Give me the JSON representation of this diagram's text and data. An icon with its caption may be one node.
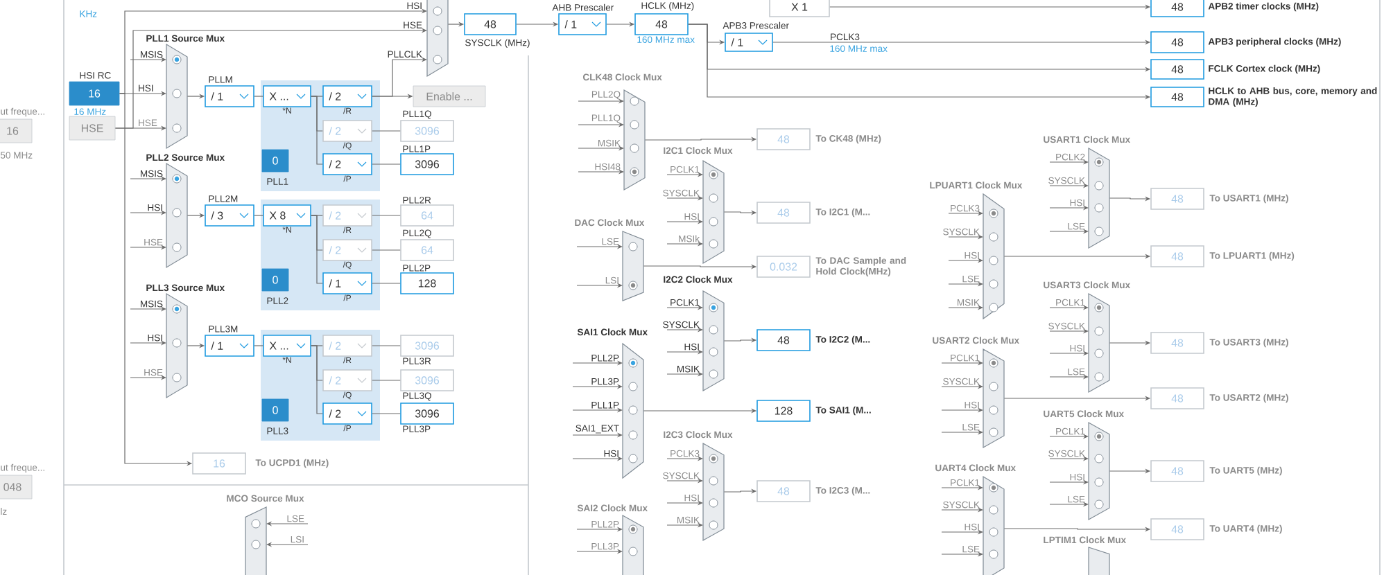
{
  "diagram": {
    "nodes": [
      {
        "text": [
          "16"
        ],
        "beside": [
          "ut freque...",
          "50 MHz"
        ]
      },
      {
        "text": [
          "048"
        ],
        "beside": [
          "ut freque...",
          "lz"
        ]
      },
      {
        "text": [
          "16"
        ],
        "beside": [
          "HSI RC",
          "16 MHz"
        ]
      },
      {
        "text": [
          "HSE"
        ]
      },
      {
        "text": [
          "PLL1 Source Mux"
        ]
      },
      {
        "text": [
          "/ 1"
        ],
        "beside": [
          "PLLM"
        ]
      },
      {
        "text": [
          "PLL1"
        ]
      },
      {
        "text": [
          "X ..."
        ],
        "in": 6,
        "beside": [
          "*N"
        ]
      },
      {
        "text": [
          "/ 2"
        ],
        "in": 6,
        "beside": [
          "/R"
        ]
      },
      {
        "text": [
          "/ 2"
        ],
        "in": 6,
        "beside": [
          "/Q"
        ]
      },
      {
        "text": [
          "/ 2"
        ],
        "in": 6,
        "beside": [
          "/P"
        ]
      },
      {
        "text": [
          "0"
        ],
        "in": 6
      },
      {
        "text": [
          "3096"
        ],
        "beside": [
          "PLL1Q"
        ]
      },
      {
        "text": [
          "3096"
        ],
        "beside": [
          "PLL1P"
        ]
      },
      {
        "text": [],
        "shape": "trapezoid"
      },
      {
        "text": [
          "Enable ..."
        ]
      },
      {
        "text": [
          "48"
        ],
        "beside": [
          "SYSCLK (MHz)"
        ]
      },
      {
        "text": [
          "/ 1"
        ],
        "beside": [
          "AHB Prescaler"
        ]
      },
      {
        "text": [
          "48"
        ],
        "beside": [
          "HCLK (MHz)",
          "160 MHz max"
        ]
      },
      {
        "text": [
          "X 1"
        ]
      },
      {
        "text": [
          "/ 1"
        ],
        "beside": [
          "APB3 Prescaler"
        ]
      },
      {
        "text": [
          "48"
        ],
        "beside": [
          "APB2 timer clocks (MHz)"
        ]
      },
      {
        "text": [
          "48"
        ],
        "beside": [
          "APB3 peripheral clocks (MHz)"
        ]
      },
      {
        "text": [
          "48"
        ],
        "beside": [
          "FCLK Cortex clock (MHz)"
        ]
      },
      {
        "text": [
          "48"
        ],
        "beside": [
          "HCLK to AHB bus, core, memory and DMA (MHz)"
        ]
      },
      {
        "text": [
          "PLL2 Source Mux"
        ]
      },
      {
        "text": [
          "/ 3"
        ],
        "beside": [
          "PLL2M"
        ]
      },
      {
        "text": [
          "PLL2"
        ]
      },
      {
        "text": [
          "X 8"
        ],
        "in": 27,
        "beside": [
          "*N"
        ]
      },
      {
        "text": [
          "/ 2"
        ],
        "in": 27,
        "beside": [
          "/R"
        ]
      },
      {
        "text": [
          "/ 2"
        ],
        "in": 27,
        "beside": [
          "/Q"
        ]
      },
      {
        "text": [
          "/ 1"
        ],
        "in": 27,
        "beside": [
          "/P"
        ]
      },
      {
        "text": [
          "0"
        ],
        "in": 27
      },
      {
        "text": [
          "64"
        ],
        "beside": [
          "PLL2R"
        ]
      },
      {
        "text": [
          "64"
        ],
        "beside": [
          "PLL2Q"
        ]
      },
      {
        "text": [
          "128"
        ],
        "beside": [
          "PLL2P"
        ]
      },
      {
        "text": [
          "PLL3 Source Mux"
        ]
      },
      {
        "text": [
          "/ 1"
        ],
        "beside": [
          "PLL3M"
        ]
      },
      {
        "text": [
          "PLL3"
        ]
      },
      {
        "text": [
          "X ..."
        ],
        "in": 38,
        "beside": [
          "*N"
        ]
      },
      {
        "text": [
          "/ 2"
        ],
        "in": 38,
        "beside": [
          "/R"
        ]
      },
      {
        "text": [
          "/ 2"
        ],
        "in": 38,
        "beside": [
          "/Q"
        ]
      },
      {
        "text": [
          "/ 2"
        ],
        "in": 38,
        "beside": [
          "/P"
        ]
      },
      {
        "text": [
          "0"
        ],
        "in": 38
      },
      {
        "text": [
          "3096"
        ],
        "beside": [
          "PLL3R"
        ]
      },
      {
        "text": [
          "3096"
        ],
        "beside": [
          "PLL3Q"
        ]
      },
      {
        "text": [
          "3096"
        ],
        "beside": [
          "PLL3P"
        ]
      },
      {
        "text": [
          "16"
        ],
        "beside": [
          "To UCPD1 (MHz)"
        ]
      },
      {
        "text": [
          "MCO Source Mux"
        ]
      },
      {
        "text": [
          "CLK48 Clock Mux"
        ]
      },
      {
        "text": [
          "48"
        ],
        "beside": [
          "To CK48 (MHz)"
        ]
      },
      {
        "text": [
          "I2C1 Clock Mux"
        ]
      },
      {
        "text": [
          "48"
        ],
        "beside": [
          "To I2C1 (M..."
        ]
      },
      {
        "text": [
          "DAC Clock Mux"
        ]
      },
      {
        "text": [
          "0.032"
        ],
        "beside": [
          "To DAC Sample and Hold Clock(MHz)"
        ]
      },
      {
        "text": [
          "I2C2 Clock Mux"
        ]
      },
      {
        "text": [
          "48"
        ],
        "beside": [
          "To I2C2 (M..."
        ]
      },
      {
        "text": [
          "SAI1 Clock Mux"
        ]
      },
      {
        "text": [
          "128"
        ],
        "beside": [
          "To SAI1 (M..."
        ]
      },
      {
        "text": [
          "I2C3 Clock Mux"
        ]
      },
      {
        "text": [
          "48"
        ],
        "beside": [
          "To I2C3 (M..."
        ]
      },
      {
        "text": [
          "SAI2 Clock Mux"
        ]
      },
      {
        "text": [
          "USART1 Clock Mux"
        ]
      },
      {
        "text": [
          "48"
        ],
        "beside": [
          "To USART1 (MHz)"
        ]
      },
      {
        "text": [
          "LPUART1 Clock Mux"
        ]
      },
      {
        "text": [
          "48"
        ],
        "beside": [
          "To LPUART1 (MHz)"
        ]
      },
      {
        "text": [
          "USART3 Clock Mux"
        ]
      },
      {
        "text": [
          "48"
        ],
        "beside": [
          "To USART3 (MHz)"
        ]
      },
      {
        "text": [
          "USART2 Clock Mux"
        ]
      },
      {
        "text": [
          "48"
        ],
        "beside": [
          "To USART2 (MHz)"
        ]
      },
      {
        "text": [
          "UART5 Clock Mux"
        ]
      },
      {
        "text": [
          "48"
        ],
        "beside": [
          "To UART5 (MHz)"
        ]
      },
      {
        "text": [
          "UART4 Clock Mux"
        ]
      },
      {
        "text": [
          "48"
        ],
        "beside": [
          "To UART4 (MHz)"
        ]
      },
      {
        "text": [
          "LPTIM1 Clock Mux"
        ]
      }
    ],
    "edges": [
      {
        "from": 2,
        "to": 14,
        "arrow": "to",
        "label": "HSI"
      },
      {
        "from": 3,
        "to": 14,
        "arrow": "to",
        "label": "HSE"
      },
      {
        "from": 8,
        "to": 14,
        "arrow": "to",
        "label": "PLLCLK"
      },
      {
        "from": 8,
        "to": 15,
        "arrow": "to"
      },
      {
        "from": null,
        "to": 4,
        "arrow": "to",
        "label": "MSIS"
      },
      {
        "from": 2,
        "to": 4,
        "arrow": "to",
        "label": "HSI"
      },
      {
        "from": 3,
        "to": 4,
        "arrow": "to",
        "label": "HSE"
      },
      {
        "from": 4,
        "to": 5,
        "arrow": "to"
      },
      {
        "from": 5,
        "to": 7,
        "arrow": "none"
      },
      {
        "from": 7,
        "to": 8,
        "arrow": "none"
      },
      {
        "from": 7,
        "to": 9,
        "arrow": "none"
      },
      {
        "from": 7,
        "to": 10,
        "arrow": "none"
      },
      {
        "from": 9,
        "to": 12,
        "arrow": "none"
      },
      {
        "from": 10,
        "to": 13,
        "arrow": "none"
      },
      {
        "from": 14,
        "to": 16,
        "arrow": "to"
      },
      {
        "from": 16,
        "to": 17,
        "arrow": "to"
      },
      {
        "from": 17,
        "to": 18,
        "arrow": "to"
      },
      {
        "from": 18,
        "to": 20,
        "arrow": "to"
      },
      {
        "from": 20,
        "to": 22,
        "arrow": "to",
        "label": "PCLK3"
      },
      {
        "from": 18,
        "to": 23,
        "arrow": "to"
      },
      {
        "from": 18,
        "to": 24,
        "arrow": "to"
      },
      {
        "from": 19,
        "to": 21,
        "arrow": "to"
      },
      {
        "from": null,
        "to": 25,
        "arrow": "to",
        "label": "MSIS"
      },
      {
        "from": null,
        "to": 25,
        "arrow": "to",
        "label": "HSI"
      },
      {
        "from": null,
        "to": 25,
        "arrow": "to",
        "label": "HSE"
      },
      {
        "from": 25,
        "to": 26,
        "arrow": "to"
      },
      {
        "from": 26,
        "to": 28,
        "arrow": "none"
      },
      {
        "from": 28,
        "to": 29,
        "arrow": "none"
      },
      {
        "from": 28,
        "to": 30,
        "arrow": "none"
      },
      {
        "from": 28,
        "to": 31,
        "arrow": "none"
      },
      {
        "from": 29,
        "to": 33,
        "arrow": "none"
      },
      {
        "from": 30,
        "to": 34,
        "arrow": "none"
      },
      {
        "from": 31,
        "to": 35,
        "arrow": "none"
      },
      {
        "from": null,
        "to": 36,
        "arrow": "to",
        "label": "MSIS"
      },
      {
        "from": null,
        "to": 36,
        "arrow": "to",
        "label": "HSI"
      },
      {
        "from": null,
        "to": 36,
        "arrow": "to",
        "label": "HSE"
      },
      {
        "from": 36,
        "to": 37,
        "arrow": "to"
      },
      {
        "from": 37,
        "to": 39,
        "arrow": "none"
      },
      {
        "from": 39,
        "to": 40,
        "arrow": "none"
      },
      {
        "from": 39,
        "to": 41,
        "arrow": "none"
      },
      {
        "from": 39,
        "to": 42,
        "arrow": "none"
      },
      {
        "from": 40,
        "to": 44,
        "arrow": "none"
      },
      {
        "from": 41,
        "to": 45,
        "arrow": "none"
      },
      {
        "from": 42,
        "to": 46,
        "arrow": "none"
      },
      {
        "from": 2,
        "to": 47,
        "arrow": "to"
      },
      {
        "from": null,
        "to": 48,
        "arrow": "to",
        "label": "LSE"
      },
      {
        "from": null,
        "to": 48,
        "arrow": "to",
        "label": "LSI"
      },
      {
        "from": null,
        "to": 49,
        "arrow": "to",
        "label": "PLL2Q"
      },
      {
        "from": null,
        "to": 49,
        "arrow": "to",
        "label": "PLL1Q"
      },
      {
        "from": null,
        "to": 49,
        "arrow": "to",
        "label": "MSIK"
      },
      {
        "from": null,
        "to": 49,
        "arrow": "to",
        "label": "HSI48"
      },
      {
        "from": 49,
        "to": 50,
        "arrow": "to"
      },
      {
        "from": null,
        "to": 51,
        "arrow": "to",
        "label": "PCLK1"
      },
      {
        "from": null,
        "to": 51,
        "arrow": "to",
        "label": "SYSCLK"
      },
      {
        "from": null,
        "to": 51,
        "arrow": "to",
        "label": "HSI"
      },
      {
        "from": null,
        "to": 51,
        "arrow": "to",
        "label": "MSIk"
      },
      {
        "from": 51,
        "to": 52,
        "arrow": "to"
      },
      {
        "from": null,
        "to": 53,
        "arrow": "to",
        "label": "LSE"
      },
      {
        "from": null,
        "to": 53,
        "arrow": "to",
        "label": "LSI"
      },
      {
        "from": 53,
        "to": 54,
        "arrow": "to"
      },
      {
        "from": null,
        "to": 55,
        "arrow": "to",
        "label": "PCLK1"
      },
      {
        "from": null,
        "to": 55,
        "arrow": "to",
        "label": "SYSCLK"
      },
      {
        "from": null,
        "to": 55,
        "arrow": "to",
        "label": "HSI"
      },
      {
        "from": null,
        "to": 55,
        "arrow": "to",
        "label": "MSIK"
      },
      {
        "from": 55,
        "to": 56,
        "arrow": "to"
      },
      {
        "from": null,
        "to": 57,
        "arrow": "to",
        "label": "PLL2P"
      },
      {
        "from": null,
        "to": 57,
        "arrow": "to",
        "label": "PLL3P"
      },
      {
        "from": null,
        "to": 57,
        "arrow": "to",
        "label": "PLL1P"
      },
      {
        "from": null,
        "to": 57,
        "arrow": "to",
        "label": "SAI1_EXT"
      },
      {
        "from": null,
        "to": 57,
        "arrow": "to",
        "label": "HSI"
      },
      {
        "from": 57,
        "to": 58,
        "arrow": "to"
      },
      {
        "from": null,
        "to": 59,
        "arrow": "to",
        "label": "PCLK3"
      },
      {
        "from": null,
        "to": 59,
        "arrow": "to",
        "label": "SYSCLK"
      },
      {
        "from": null,
        "to": 59,
        "arrow": "to",
        "label": "HSI"
      },
      {
        "from": null,
        "to": 59,
        "arrow": "to",
        "label": "MSIK"
      },
      {
        "from": 59,
        "to": 60,
        "arrow": "to"
      },
      {
        "from": null,
        "to": 61,
        "arrow": "to",
        "label": "PLL2P"
      },
      {
        "from": null,
        "to": 61,
        "arrow": "to",
        "label": "PLL3P"
      },
      {
        "from": null,
        "to": 62,
        "arrow": "to",
        "label": "PCLK2"
      },
      {
        "from": null,
        "to": 62,
        "arrow": "to",
        "label": "SYSCLK"
      },
      {
        "from": null,
        "to": 62,
        "arrow": "to",
        "label": "HSI"
      },
      {
        "from": null,
        "to": 62,
        "arrow": "to",
        "label": "LSE"
      },
      {
        "from": 62,
        "to": 63,
        "arrow": "to"
      },
      {
        "from": null,
        "to": 64,
        "arrow": "to",
        "label": "PCLK3"
      },
      {
        "from": null,
        "to": 64,
        "arrow": "to",
        "label": "SYSCLK"
      },
      {
        "from": null,
        "to": 64,
        "arrow": "to",
        "label": "HSI"
      },
      {
        "from": null,
        "to": 64,
        "arrow": "to",
        "label": "LSE"
      },
      {
        "from": null,
        "to": 64,
        "arrow": "to",
        "label": "MSIK"
      },
      {
        "from": 64,
        "to": 65,
        "arrow": "to"
      },
      {
        "from": null,
        "to": 66,
        "arrow": "to",
        "label": "PCLK1"
      },
      {
        "from": null,
        "to": 66,
        "arrow": "to",
        "label": "SYSCLK"
      },
      {
        "from": null,
        "to": 66,
        "arrow": "to",
        "label": "HSI"
      },
      {
        "from": null,
        "to": 66,
        "arrow": "to",
        "label": "LSE"
      },
      {
        "from": 66,
        "to": 67,
        "arrow": "to"
      },
      {
        "from": null,
        "to": 68,
        "arrow": "to",
        "label": "PCLK1"
      },
      {
        "from": null,
        "to": 68,
        "arrow": "to",
        "label": "SYSCLK"
      },
      {
        "from": null,
        "to": 68,
        "arrow": "to",
        "label": "HSI"
      },
      {
        "from": null,
        "to": 68,
        "arrow": "to",
        "label": "LSE"
      },
      {
        "from": 68,
        "to": 69,
        "arrow": "to"
      },
      {
        "from": null,
        "to": 70,
        "arrow": "to",
        "label": "PCLK1"
      },
      {
        "from": null,
        "to": 70,
        "arrow": "to",
        "label": "SYSCLK"
      },
      {
        "from": null,
        "to": 70,
        "arrow": "to",
        "label": "HSI"
      },
      {
        "from": null,
        "to": 70,
        "arrow": "to",
        "label": "LSE"
      },
      {
        "from": 70,
        "to": 71,
        "arrow": "to"
      },
      {
        "from": null,
        "to": 72,
        "arrow": "to",
        "label": "PCLK1"
      },
      {
        "from": null,
        "to": 72,
        "arrow": "to",
        "label": "SYSCLK"
      },
      {
        "from": null,
        "to": 72,
        "arrow": "to",
        "label": "HSI"
      },
      {
        "from": null,
        "to": 72,
        "arrow": "to",
        "label": "LSE"
      },
      {
        "from": 72,
        "to": 73,
        "arrow": "to"
      }
    ],
    "labels": [
      "KHz",
      "160 MHz max"
    ]
  }
}
